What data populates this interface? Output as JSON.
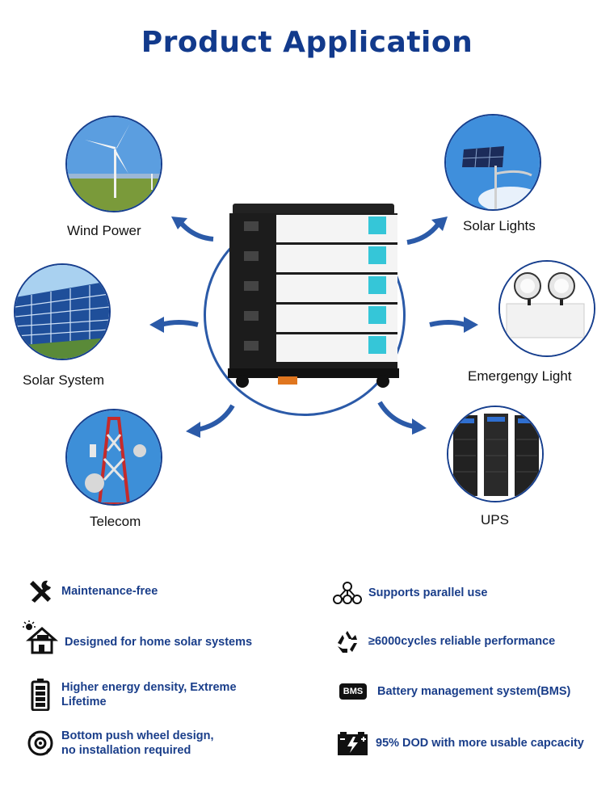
{
  "title": "Product Application",
  "applications": {
    "wind": "Wind Power",
    "solar_system": "Solar System",
    "telecom": "Telecom",
    "solar_lights": "Solar Lights",
    "emergency": "Emergengy Light",
    "ups": "UPS"
  },
  "features": {
    "maintenance": "Maintenance-free",
    "home_solar": "Designed for home solar systems",
    "energy_density": "Higher energy density, Extreme Lifetime",
    "wheels": "Bottom push wheel design, no installation required",
    "parallel": "Supports parallel use",
    "cycles": "≥6000cycles reliable performance",
    "bms_badge": "BMS",
    "bms": "Battery management system(BMS)",
    "dod": "95% DOD with more usable capcacity"
  },
  "colors": {
    "title": "#123a8c",
    "accent": "#2b5aa8",
    "feature_text": "#1a3e8a"
  },
  "icons": [
    "wrench-screwdriver-icon",
    "solar-house-icon",
    "battery-icon",
    "wheel-icon",
    "network-icon",
    "recycle-icon",
    "bms-icon",
    "battery-charge-icon"
  ]
}
